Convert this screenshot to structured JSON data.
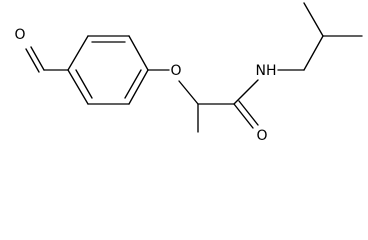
{
  "structure": {
    "atoms": {
      "aldehyde_oxygen": "O",
      "ether_oxygen": "O",
      "amide_nitrogen": "NH",
      "carbonyl_oxygen": "O"
    }
  }
}
